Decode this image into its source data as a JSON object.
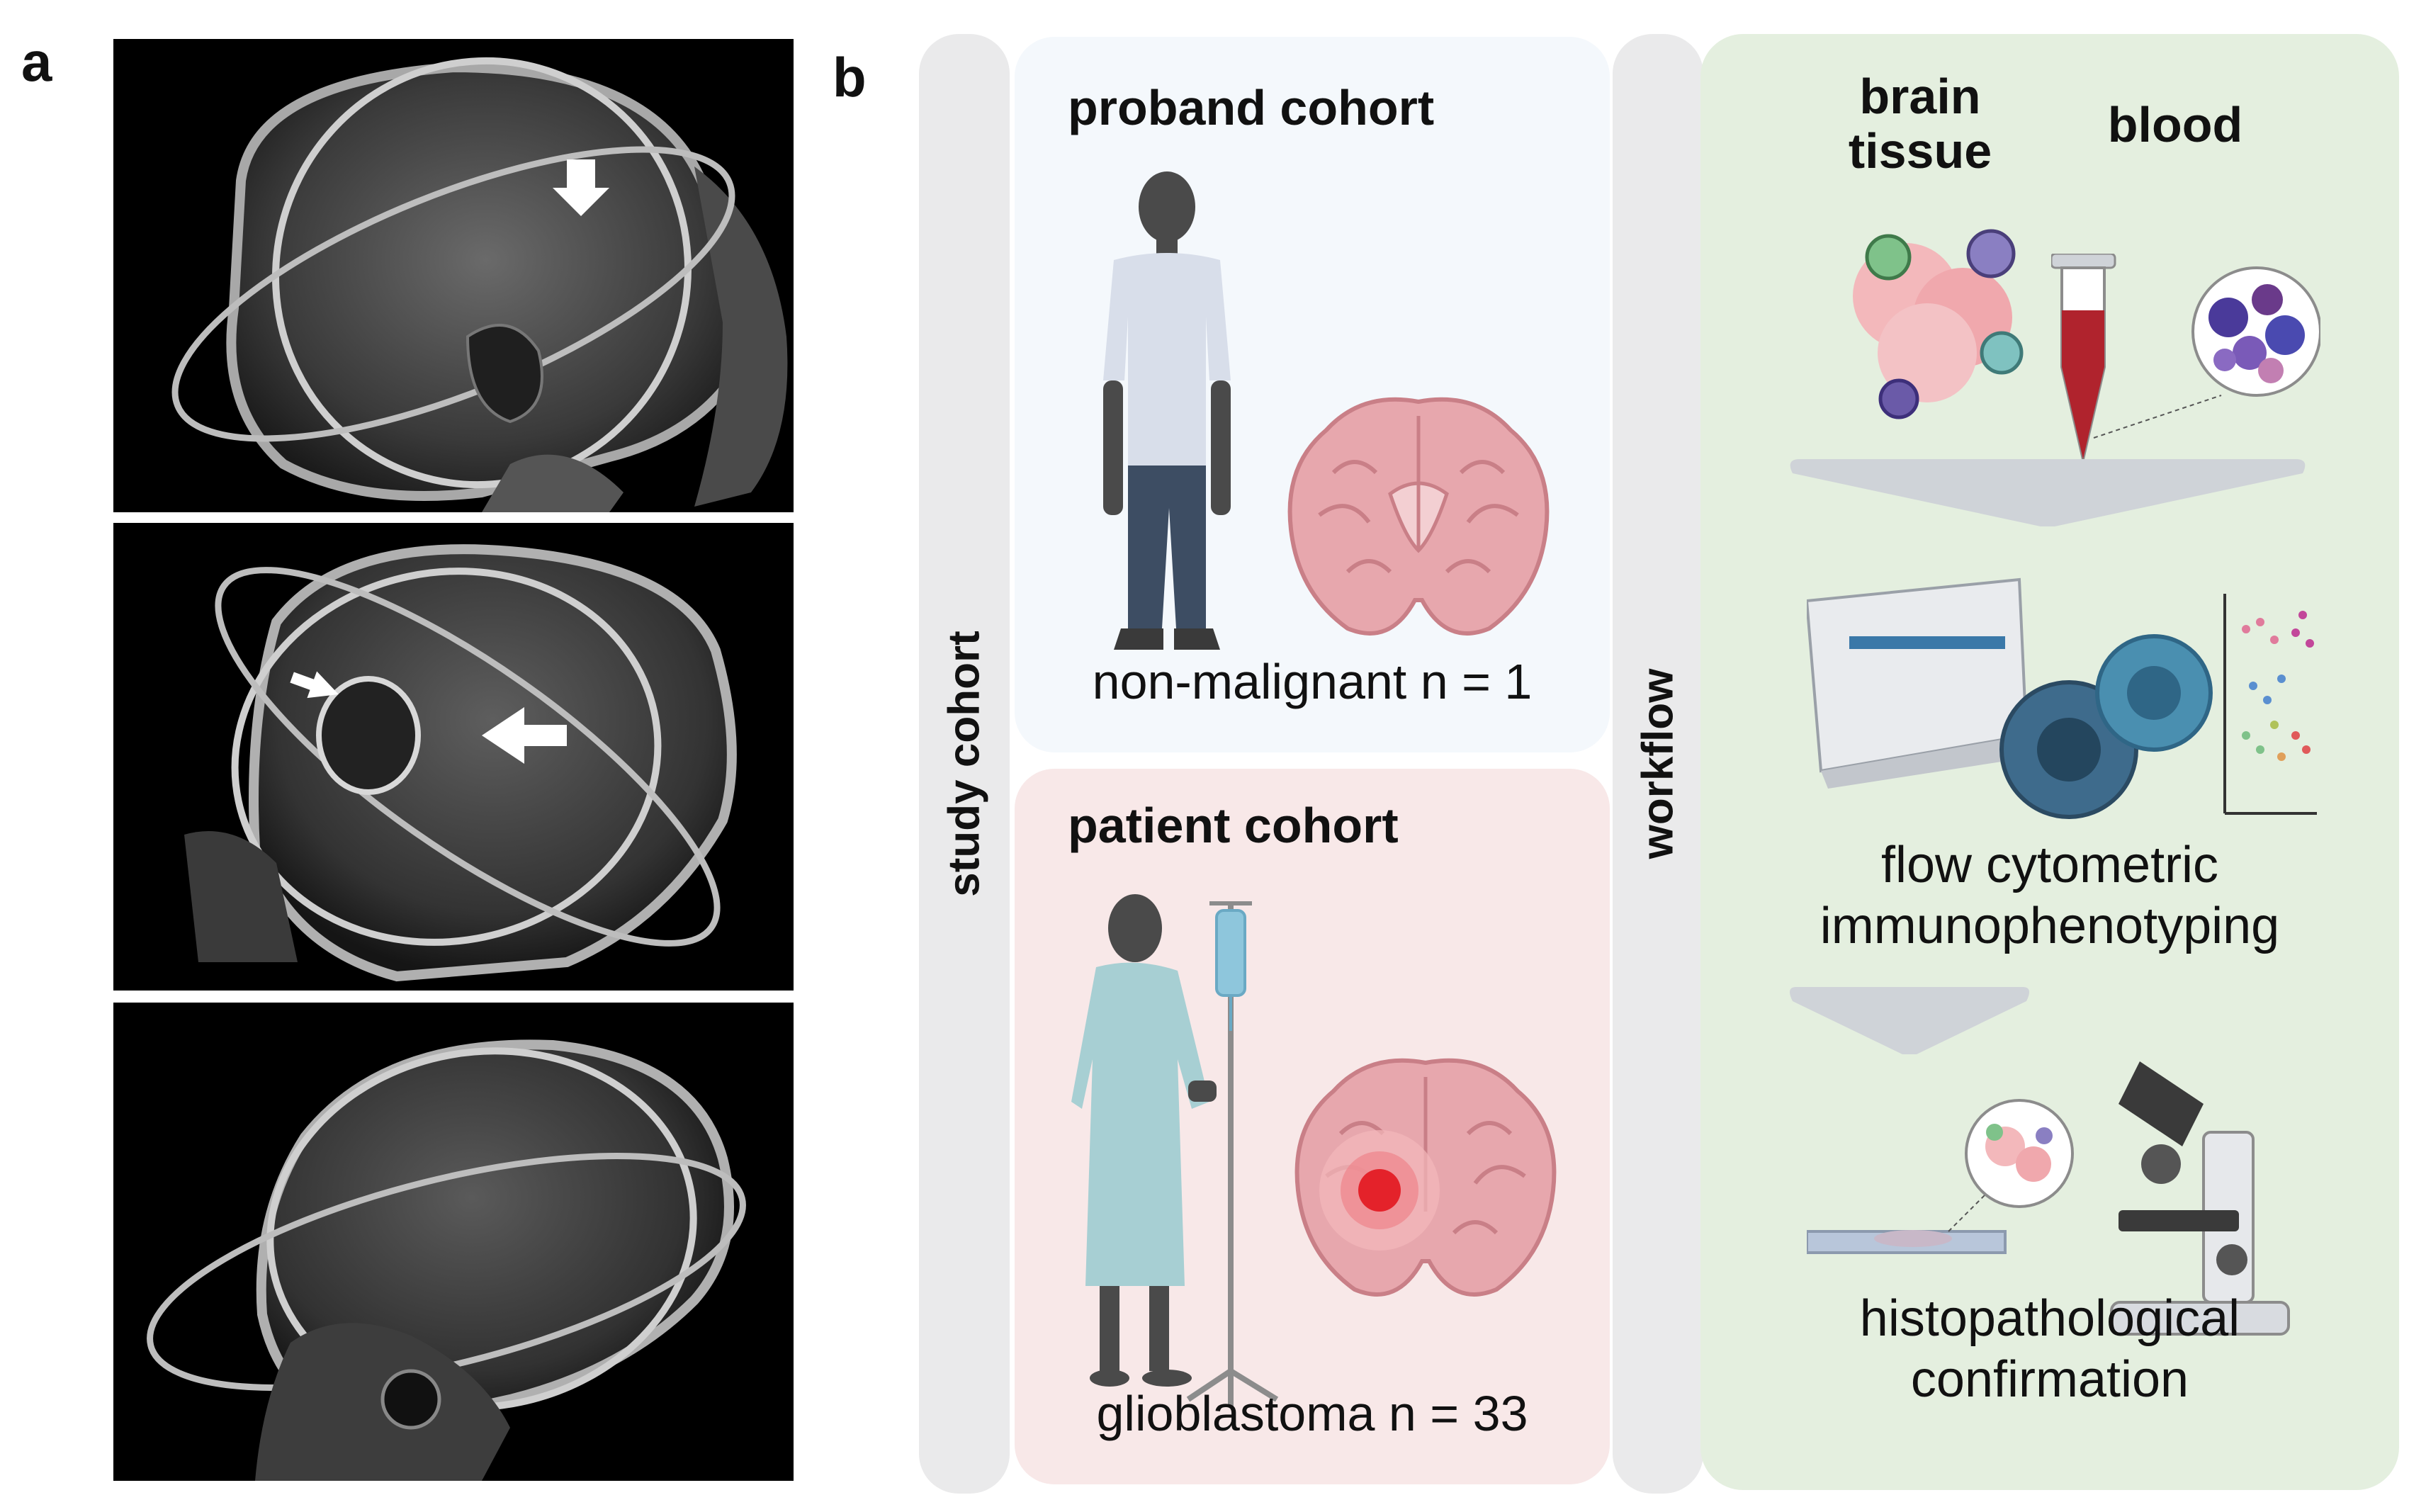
{
  "panel_a": {
    "label": "a"
  },
  "panel_b": {
    "label": "b",
    "study_cohort_label": "study cohort",
    "workflow_label": "workflow",
    "proband": {
      "title": "proband cohort",
      "caption": "non-malignant n = 1"
    },
    "patient": {
      "title": "patient cohort",
      "caption": "glioblastoma n = 33"
    },
    "workflow": {
      "brain_tissue": "brain tissue",
      "blood": "blood",
      "step1_line1": "flow cytometric",
      "step1_line2": "immunophenotyping",
      "step2_line1": "histopathological",
      "step2_line2": "confirmation"
    }
  },
  "colors": {
    "proband_bg": "#f4f8fc",
    "patient_bg": "#f8e8e8",
    "workflow_bg": "#e4efdf",
    "label_bar_bg": "#eaeaeb",
    "brain_pink": "#e7a7ad",
    "tumor_red": "#e4222a",
    "gown": "#a7cfd3",
    "arrow_gray": "#cfd3d8"
  }
}
